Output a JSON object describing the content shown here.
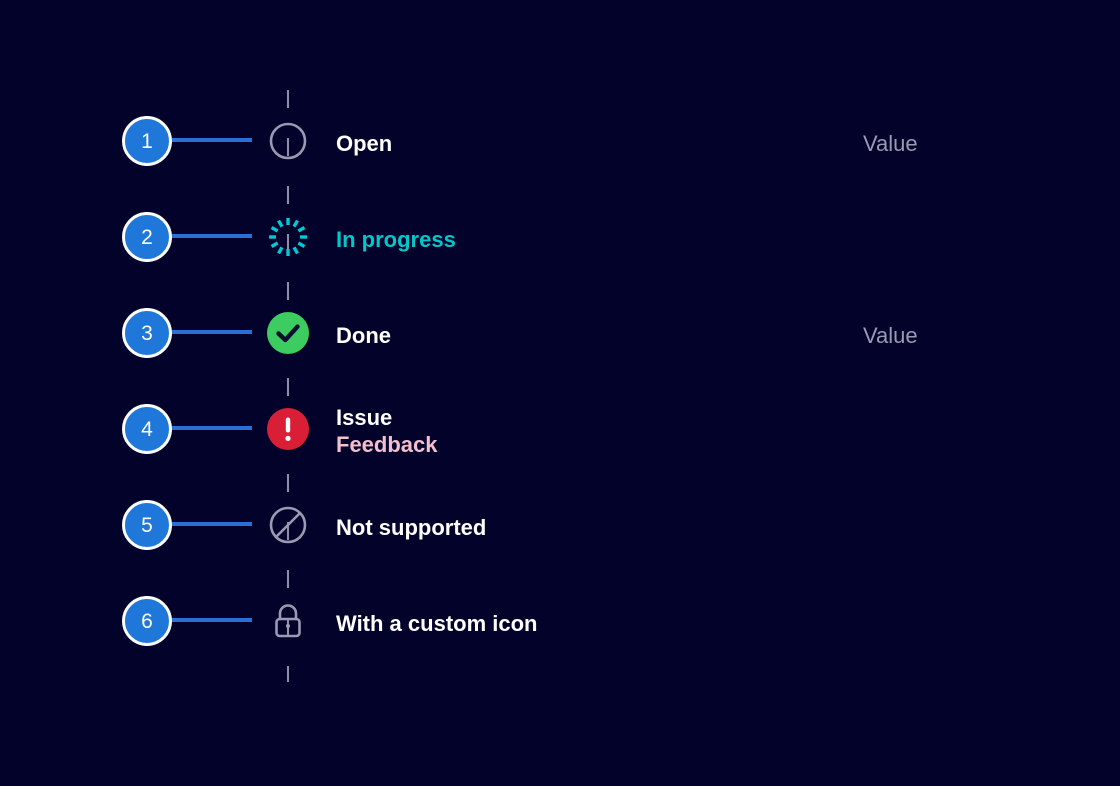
{
  "theme": {
    "background": "#02022b",
    "badge_fill": "#1f77d9",
    "badge_ring": "#ffffff",
    "connector": "#2a6fd6",
    "rail": "#8f8fa8",
    "text_primary": "#ffffff",
    "text_muted": "#9a9ab2",
    "accent_cyan": "#00c8c8",
    "accent_green": "#3dcc5f",
    "accent_red": "#d91f35",
    "accent_pink": "#f3bfcd",
    "icon_grey": "#9a9ab2"
  },
  "rows": [
    {
      "number": "1",
      "icon": "circle-outline-icon",
      "label": "Open",
      "sublabel": "",
      "value": "Value"
    },
    {
      "number": "2",
      "icon": "spinner-icon",
      "label": "In progress",
      "sublabel": "",
      "value": ""
    },
    {
      "number": "3",
      "icon": "check-circle-icon",
      "label": "Done",
      "sublabel": "",
      "value": "Value"
    },
    {
      "number": "4",
      "icon": "exclamation-circle-icon",
      "label": "Issue",
      "sublabel": "Feedback",
      "value": ""
    },
    {
      "number": "5",
      "icon": "not-supported-icon",
      "label": "Not supported",
      "sublabel": "",
      "value": ""
    },
    {
      "number": "6",
      "icon": "lock-icon",
      "label": "With a custom icon",
      "sublabel": "",
      "value": ""
    }
  ]
}
